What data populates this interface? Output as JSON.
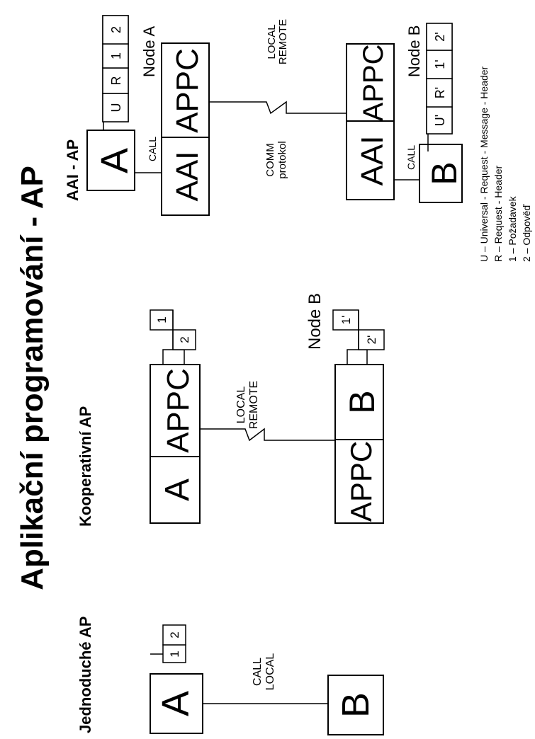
{
  "title": "Aplikační programování - AP",
  "sections": {
    "simple": {
      "heading": "Jednoduché AP",
      "node_a": "A",
      "node_b": "B",
      "link_line1": "CALL",
      "link_line2": "LOCAL",
      "msg_1": "1",
      "msg_2": "2"
    },
    "cooperative": {
      "heading": "Kooperativní AP",
      "top_app": "A",
      "top_appc": "APPC",
      "bottom_appc": "APPC",
      "bottom_app": "B",
      "link_line1": "LOCAL",
      "link_line2": "REMOTE",
      "node_label": "Node B",
      "msg_top_1": "1",
      "msg_top_2": "2",
      "msg_bottom_1": "1'",
      "msg_bottom_2": "2'"
    },
    "aai": {
      "heading": "AAI - AP",
      "node_a_label": "Node A",
      "node_b_label": "Node B",
      "app_a": "A",
      "app_b": "B",
      "call_a": "CALL",
      "call_b": "CALL",
      "top_aai": "AAI",
      "top_appc": "APPC",
      "bottom_aai": "AAI",
      "bottom_appc": "APPC",
      "comm_line1": "COMM",
      "comm_line2": "protokol",
      "link_line1": "LOCAL",
      "link_line2": "REMOTE",
      "hdr_top": [
        "U",
        "R",
        "1",
        "2"
      ],
      "hdr_bottom": [
        "U'",
        "R'",
        "1'",
        "2'"
      ]
    }
  },
  "legend": [
    "U – Universal - Request - Message - Header",
    "R – Request - Header",
    "1 – Požadavek",
    "2 – Odpověď"
  ]
}
